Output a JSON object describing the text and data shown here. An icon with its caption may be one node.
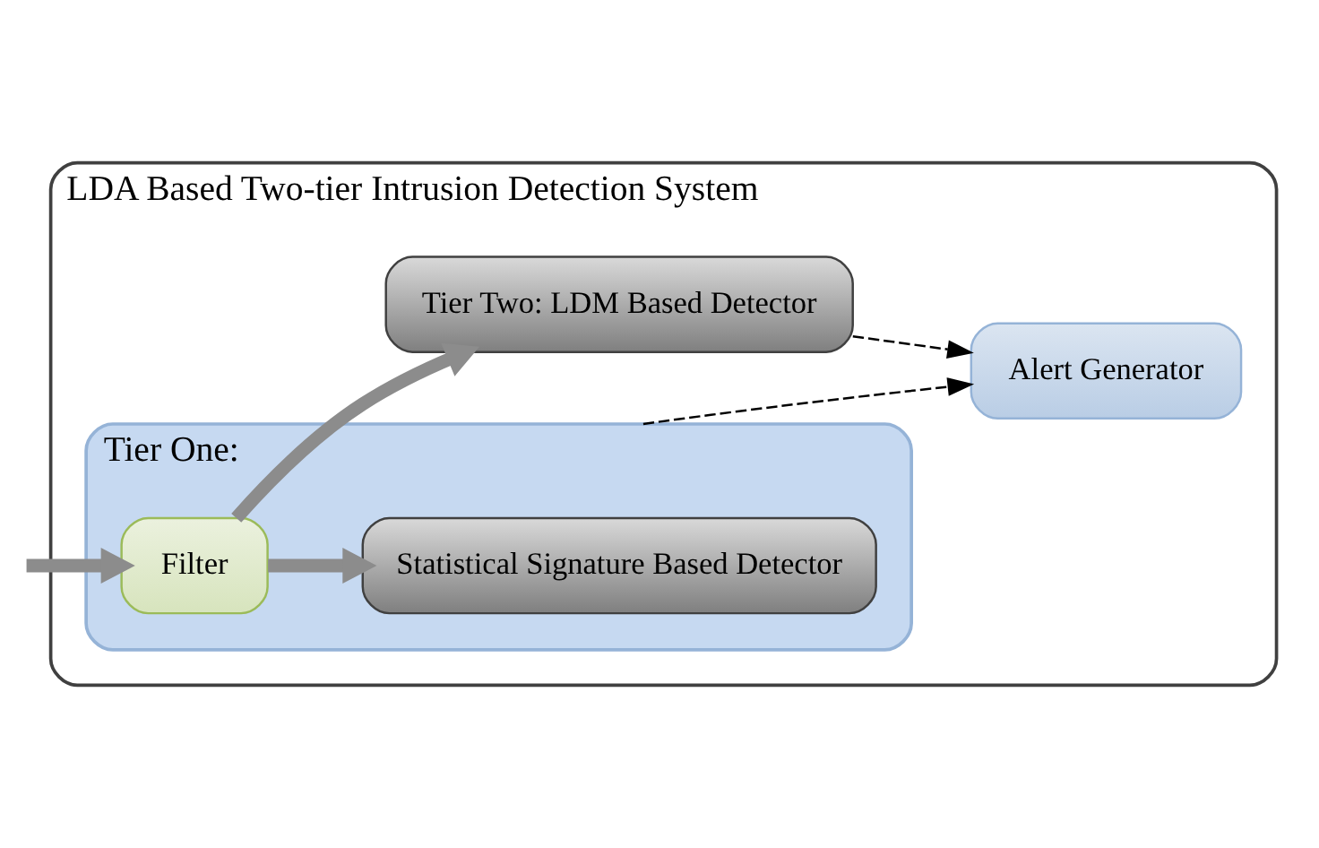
{
  "diagram": {
    "nodes": [
      {
        "text": [
          "LDA Based Two-tier Intrusion Detection System"
        ]
      },
      {
        "text": [
          "Tier One:"
        ],
        "in": 0
      },
      {
        "text": [
          "Filter"
        ],
        "in": 1
      },
      {
        "text": [
          "Statistical Signature Based Detector"
        ],
        "in": 1
      },
      {
        "text": [
          "Alert Generator"
        ],
        "in": 0
      },
      {
        "text": [
          "Tier Two: LDM Based Detector"
        ],
        "in": 0
      }
    ],
    "edges": [
      {
        "from": null,
        "to": 2,
        "arrow": "to"
      },
      {
        "from": 2,
        "to": 3,
        "arrow": "to"
      },
      {
        "from": 2,
        "to": 5,
        "arrow": "to"
      },
      {
        "from": 1,
        "to": 4,
        "arrow": "to",
        "style": "dashed",
        "color": "#000000"
      },
      {
        "from": 5,
        "to": 4,
        "arrow": "to",
        "style": "dashed",
        "color": "#000000"
      }
    ]
  }
}
